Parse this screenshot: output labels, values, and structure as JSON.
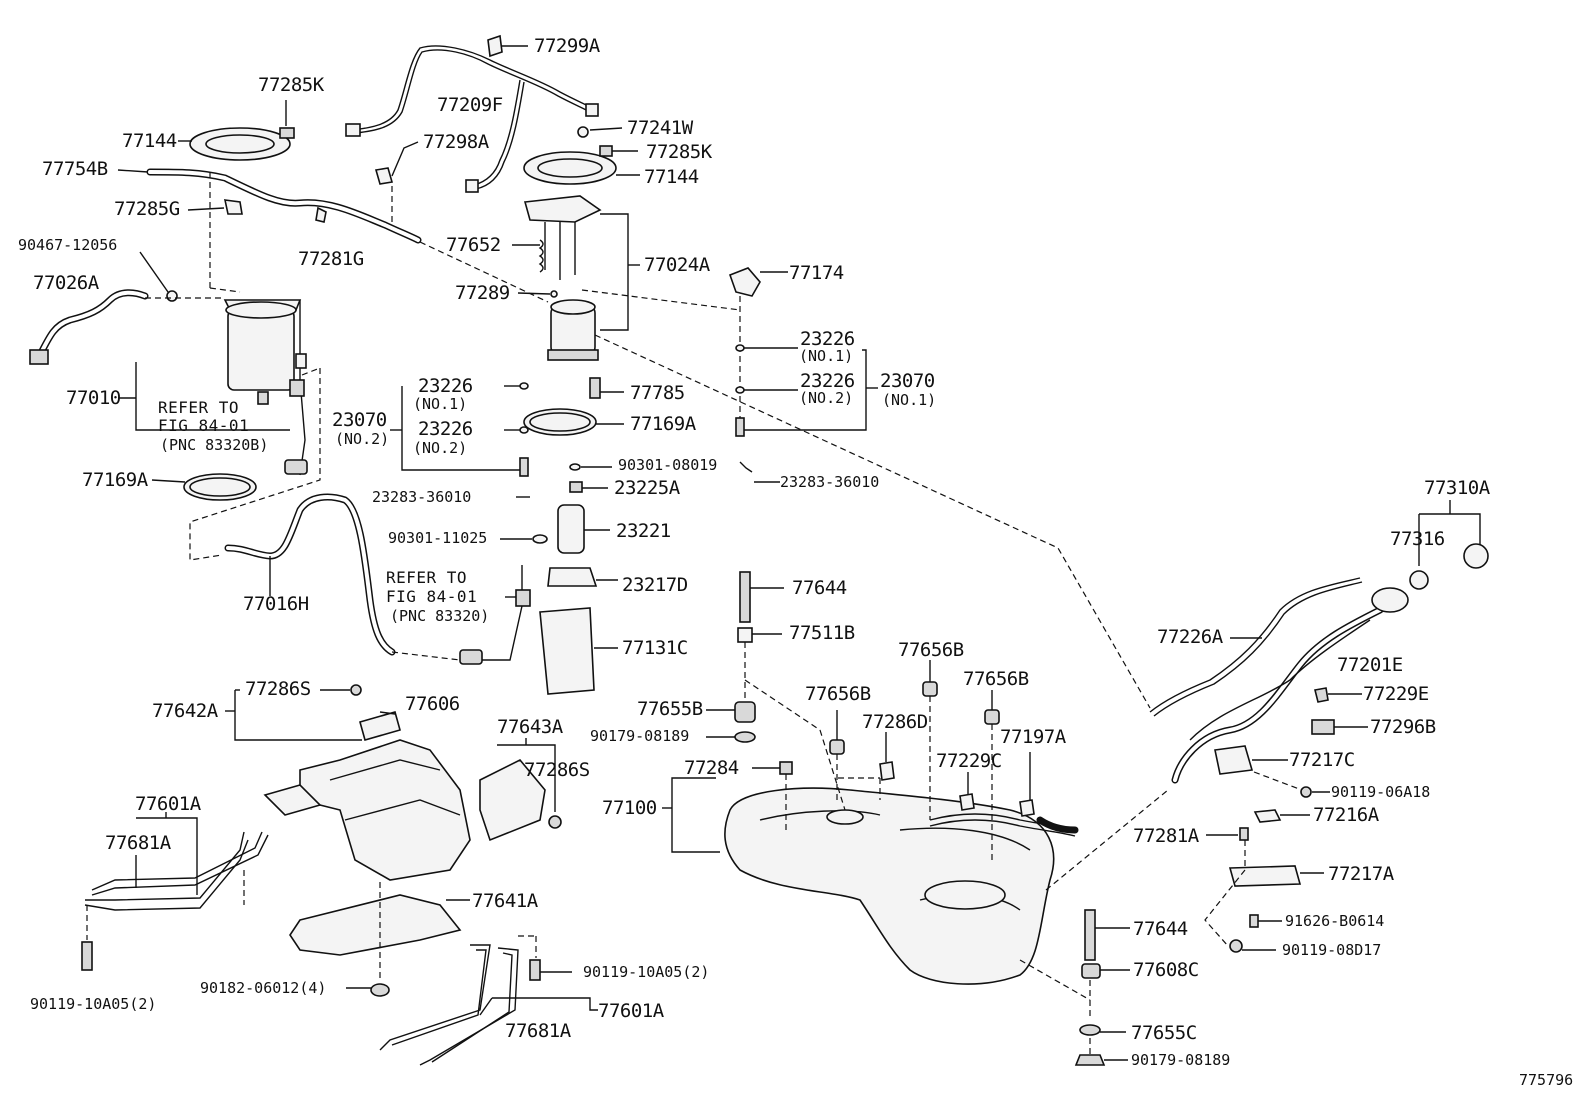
{
  "diagram_id": "775796",
  "callouts": [
    {
      "id": "c1",
      "text": "77299A"
    },
    {
      "id": "c2",
      "text": "77285K"
    },
    {
      "id": "c3",
      "text": "77209F"
    },
    {
      "id": "c4",
      "text": "77144"
    },
    {
      "id": "c5",
      "text": "77241W"
    },
    {
      "id": "c6",
      "text": "77298A"
    },
    {
      "id": "c7",
      "text": "77285K"
    },
    {
      "id": "c8",
      "text": "77754B"
    },
    {
      "id": "c9",
      "text": "77144"
    },
    {
      "id": "c10",
      "text": "77285G"
    },
    {
      "id": "c11",
      "text": "90467-12056"
    },
    {
      "id": "c12",
      "text": "77652"
    },
    {
      "id": "c13",
      "text": "77281G"
    },
    {
      "id": "c14",
      "text": "77024A"
    },
    {
      "id": "c15",
      "text": "77026A"
    },
    {
      "id": "c16",
      "text": "77174"
    },
    {
      "id": "c17",
      "text": "77289"
    },
    {
      "id": "c18",
      "text": "23226"
    },
    {
      "id": "c19",
      "text": "(NO.1)"
    },
    {
      "id": "c20",
      "text": "23226"
    },
    {
      "id": "c21",
      "text": "(NO.1)"
    },
    {
      "id": "c22",
      "text": "77785"
    },
    {
      "id": "c23",
      "text": "23226"
    },
    {
      "id": "c24",
      "text": "23070"
    },
    {
      "id": "c25",
      "text": "(NO.2)"
    },
    {
      "id": "c26",
      "text": "(NO.1)"
    },
    {
      "id": "c27",
      "text": "77010"
    },
    {
      "id": "c28",
      "text": "REFER TO"
    },
    {
      "id": "c29",
      "text": "23070"
    },
    {
      "id": "c30",
      "text": "23226"
    },
    {
      "id": "c31",
      "text": "77169A"
    },
    {
      "id": "c32",
      "text": "FIG 84-01"
    },
    {
      "id": "c33",
      "text": "(NO.2)"
    },
    {
      "id": "c34",
      "text": "(PNC 83320B)"
    },
    {
      "id": "c35",
      "text": "(NO.2)"
    },
    {
      "id": "c36",
      "text": "90301-08019"
    },
    {
      "id": "c37",
      "text": "77169A"
    },
    {
      "id": "c38",
      "text": "23283-36010"
    },
    {
      "id": "c39",
      "text": "23225A"
    },
    {
      "id": "c40",
      "text": "23283-36010"
    },
    {
      "id": "c41",
      "text": "77310A"
    },
    {
      "id": "c42",
      "text": "23221"
    },
    {
      "id": "c43",
      "text": "90301-11025"
    },
    {
      "id": "c44",
      "text": "77316"
    },
    {
      "id": "c45",
      "text": "REFER TO"
    },
    {
      "id": "c46",
      "text": "77016H"
    },
    {
      "id": "c47",
      "text": "23217D"
    },
    {
      "id": "c48",
      "text": "77644"
    },
    {
      "id": "c49",
      "text": "FIG 84-01"
    },
    {
      "id": "c50",
      "text": "(PNC 83320)"
    },
    {
      "id": "c51",
      "text": "77226A"
    },
    {
      "id": "c52",
      "text": "77511B"
    },
    {
      "id": "c53",
      "text": "77131C"
    },
    {
      "id": "c54",
      "text": "77201E"
    },
    {
      "id": "c55",
      "text": "77656B"
    },
    {
      "id": "c56",
      "text": "77286S"
    },
    {
      "id": "c57",
      "text": "77656B"
    },
    {
      "id": "c58",
      "text": "77656B"
    },
    {
      "id": "c59",
      "text": "77229E"
    },
    {
      "id": "c60",
      "text": "77642A"
    },
    {
      "id": "c61",
      "text": "77606"
    },
    {
      "id": "c62",
      "text": "77655B"
    },
    {
      "id": "c63",
      "text": "77286D"
    },
    {
      "id": "c64",
      "text": "77296B"
    },
    {
      "id": "c65",
      "text": "77643A"
    },
    {
      "id": "c66",
      "text": "90179-08189"
    },
    {
      "id": "c67",
      "text": "77197A"
    },
    {
      "id": "c68",
      "text": "77284"
    },
    {
      "id": "c69",
      "text": "77229C"
    },
    {
      "id": "c70",
      "text": "77217C"
    },
    {
      "id": "c71",
      "text": "77286S"
    },
    {
      "id": "c72",
      "text": "77601A"
    },
    {
      "id": "c73",
      "text": "77100"
    },
    {
      "id": "c74",
      "text": "90119-06A18"
    },
    {
      "id": "c75",
      "text": "77216A"
    },
    {
      "id": "c76",
      "text": "77681A"
    },
    {
      "id": "c77",
      "text": "77281A"
    },
    {
      "id": "c78",
      "text": "77217A"
    },
    {
      "id": "c79",
      "text": "77641A"
    },
    {
      "id": "c80",
      "text": "91626-B0614"
    },
    {
      "id": "c81",
      "text": "77644"
    },
    {
      "id": "c82",
      "text": "90119-08D17"
    },
    {
      "id": "c83",
      "text": "90119-10A05(2)"
    },
    {
      "id": "c84",
      "text": "77608C"
    },
    {
      "id": "c85",
      "text": "90182-06012(4)"
    },
    {
      "id": "c86",
      "text": "77601A"
    },
    {
      "id": "c87",
      "text": "90119-10A05(2)"
    },
    {
      "id": "c88",
      "text": "77681A"
    },
    {
      "id": "c89",
      "text": "77655C"
    },
    {
      "id": "c90",
      "text": "90179-08189"
    }
  ]
}
